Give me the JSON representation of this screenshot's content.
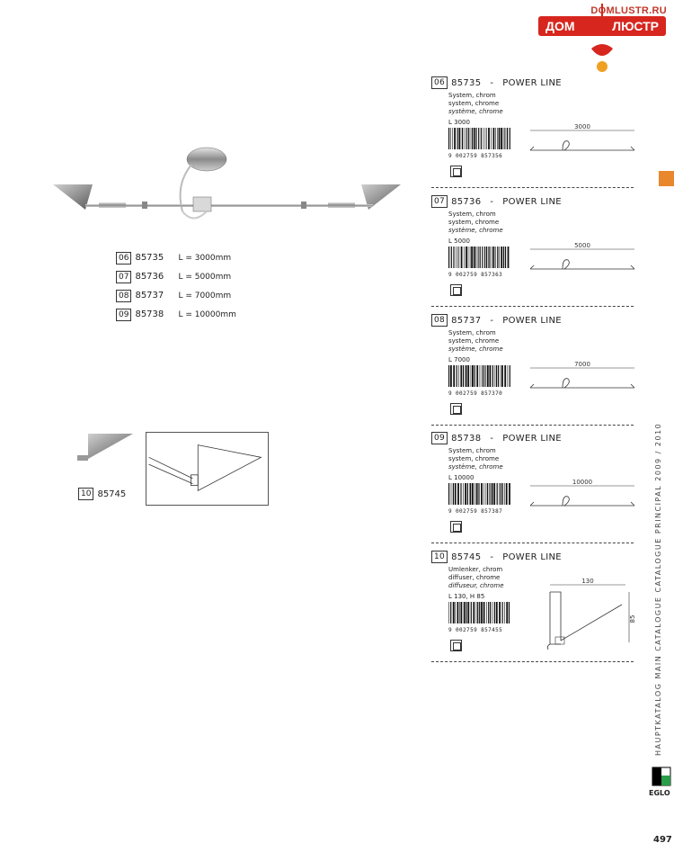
{
  "logo": {
    "site": "DOMLUSTR.RU",
    "left_word": "ДОМ",
    "right_word": "ЛЮСТР"
  },
  "length_list": [
    {
      "num": "06",
      "code": "85735",
      "value": "L = 3000mm"
    },
    {
      "num": "07",
      "code": "85736",
      "value": "L = 5000mm"
    },
    {
      "num": "08",
      "code": "85737",
      "value": "L = 7000mm"
    },
    {
      "num": "09",
      "code": "85738",
      "value": "L = 10000mm"
    }
  ],
  "diffuser_label": {
    "num": "10",
    "code": "85745"
  },
  "entries": [
    {
      "num": "06",
      "code": "85735",
      "dash": "-",
      "name": "POWER LINE",
      "desc_de": "System, chrom",
      "desc_en": "system, chrome",
      "desc_fr": "système, chrome",
      "dimension": "L 3000",
      "barcode": "9 002759 857356",
      "drawing_value": "3000"
    },
    {
      "num": "07",
      "code": "85736",
      "dash": "-",
      "name": "POWER LINE",
      "desc_de": "System, chrom",
      "desc_en": "system, chrome",
      "desc_fr": "système, chrome",
      "dimension": "L 5000",
      "barcode": "9 002759 857363",
      "drawing_value": "5000"
    },
    {
      "num": "08",
      "code": "85737",
      "dash": "-",
      "name": "POWER LINE",
      "desc_de": "System, chrom",
      "desc_en": "system, chrome",
      "desc_fr": "système, chrome",
      "dimension": "L 7000",
      "barcode": "9 002759 857370",
      "drawing_value": "7000"
    },
    {
      "num": "09",
      "code": "85738",
      "dash": "-",
      "name": "POWER LINE",
      "desc_de": "System, chrom",
      "desc_en": "system, chrome",
      "desc_fr": "système, chrome",
      "dimension": "L 10000",
      "barcode": "9 002759 857387",
      "drawing_value": "10000"
    },
    {
      "num": "10",
      "code": "85745",
      "dash": "-",
      "name": "POWER LINE",
      "desc_de": "Umlenker, chrom",
      "desc_en": "diffuser, chrome",
      "desc_fr": "diffuseur, chrome",
      "dimension": "L 130, H 85",
      "barcode": "9 002759 857455",
      "drawing_value": "130",
      "drawing_value_2": "85"
    }
  ],
  "side_text": "HAUPTKATALOG   MAIN CATALOGUE   CATALOGUE PRINCIPAL   2009 / 2010",
  "brand": "EGLO",
  "page_number": "497",
  "accent_color": "#e8872b",
  "logo_color": "#d7261e"
}
